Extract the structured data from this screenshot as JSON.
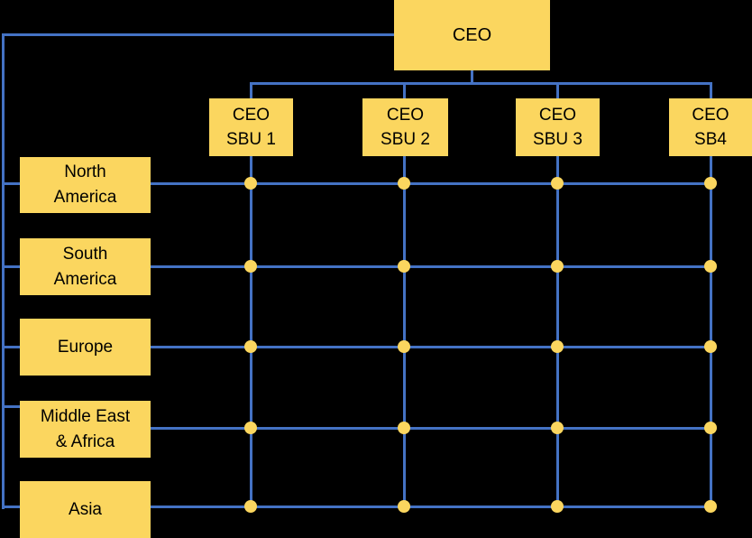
{
  "colors": {
    "background": "#000000",
    "box_fill": "#FBD65F",
    "connector": "#4472C4",
    "text": "#000000"
  },
  "ceo": {
    "label": "CEO"
  },
  "sbu_heads": [
    {
      "line1": "CEO",
      "line2": "SBU 1"
    },
    {
      "line1": "CEO",
      "line2": "SBU 2"
    },
    {
      "line1": "CEO",
      "line2": "SBU 3"
    },
    {
      "line1": "CEO",
      "line2": "SB4"
    }
  ],
  "regions": [
    {
      "line1": "North",
      "line2": "America"
    },
    {
      "line1": "South",
      "line2": "America"
    },
    {
      "line1": "Europe",
      "line2": ""
    },
    {
      "line1": "Middle East",
      "line2": "& Africa"
    },
    {
      "line1": "Asia",
      "line2": ""
    }
  ]
}
